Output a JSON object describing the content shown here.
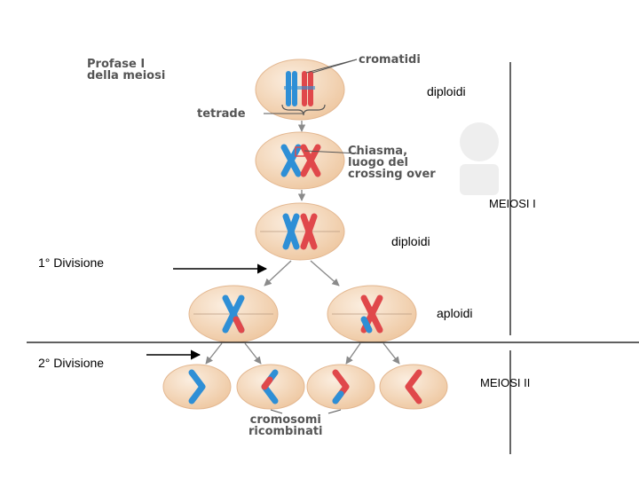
{
  "labels": {
    "profase": "Profase I\ndella meiosi",
    "cromatidi": "cromatidi",
    "tetrade": "tetrade",
    "chiasma": "Chiasma,\nluogo del\ncrossing over",
    "cromosomi": "cromosomi\nricombinati",
    "diploidi_1": "diploidi",
    "diploidi_2": "diploidi",
    "aploidi": "aploidi",
    "meiosi_1": "MEIOSI I",
    "meiosi_2": "MEIOSI II",
    "divisione_1": "1° Divisione",
    "divisione_2": "2° Divisione"
  },
  "colors": {
    "cell_fill": "#f2d3b2",
    "cell_stroke": "#e3b790",
    "chromosome_blue": "#2e8fd6",
    "chromosome_red": "#e0484b",
    "arrow_gray": "#8a8a8a",
    "label_gray": "#555555"
  }
}
